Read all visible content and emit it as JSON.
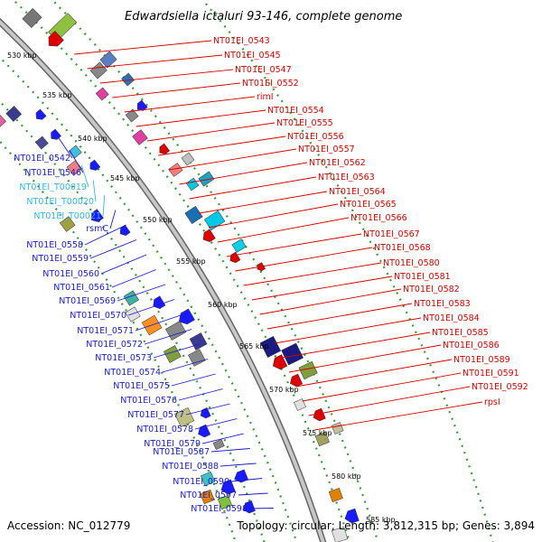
{
  "title": "Edwardsiella ictaluri 93-146, complete genome",
  "accession": "Accession: NC_012779",
  "stats": "Topology: circular; Length: 3,812,315 bp; Genes: 3,894",
  "kbp_labels": [
    "530 kbp",
    "535 kbp",
    "540 kbp",
    "545 kbp",
    "550 kbp",
    "555 kbp",
    "560 kbp",
    "565 kbp",
    "570 kbp",
    "575 kbp",
    "580 kbp",
    "585 kbp"
  ],
  "forward_genes": [
    "NT01EI_0543",
    "NT01EI_0545",
    "NT01EI_0547",
    "NT01EI_0552",
    "rimI",
    "NT01EI_0554",
    "NT01EI_0555",
    "NT01EI_0556",
    "NT01EI_0557",
    "NT01EI_0562",
    "NT01EI_0563",
    "NT01EI_0564",
    "NT01EI_0565",
    "NT01EI_0566",
    "NT01EI_0567",
    "NT01EI_0568",
    "NT01EI_0580",
    "NT01EI_0581",
    "NT01EI_0582",
    "NT01EI_0583",
    "NT01EI_0584",
    "NT01EI_0585",
    "NT01EI_0586",
    "NT01EI_0589",
    "NT01EI_0591",
    "NT01EI_0592",
    "rpsI"
  ],
  "reverse_genes": [
    "NT01EI_0542",
    "NT01EI_0546",
    "NT01EI_T00019",
    "NT01EI_T00020",
    "NT01EI_T00021",
    "rsmC",
    "NT01EI_0558",
    "NT01EI_0559",
    "NT01EI_0560",
    "NT01EI_0561",
    "NT01EI_0569",
    "NT01EI_0570",
    "NT01EI_0571",
    "NT01EI_0572",
    "NT01EI_0573",
    "NT01EI_0574",
    "NT01EI_0575",
    "NT01EI_0576",
    "NT01EI_0577",
    "NT01EI_0578",
    "NT01EI_0579",
    "NT01EI_0587",
    "NT01EI_0588",
    "NT01EI_0590",
    "NT01EI_0597",
    "NT01EI_0598"
  ],
  "trna_genes": [
    "NT01EI_T00019",
    "NT01EI_T00020",
    "NT01EI_T00021"
  ],
  "colors": {
    "forward_label": "#d40000",
    "reverse_label": "#1a1acc",
    "trna_label": "#33b5e5",
    "backbone": "#999999",
    "ring_dots": "#3a9a3a"
  }
}
